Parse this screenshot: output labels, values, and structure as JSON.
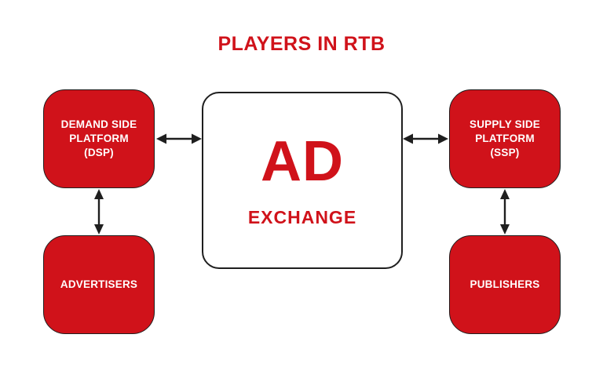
{
  "title": "PLAYERS IN RTB",
  "colors": {
    "red": "#d0121a",
    "text-on-red": "#ffffff",
    "arrow": "#1f1f1f",
    "node-border": "#1f1f1f",
    "background": "#ffffff"
  },
  "nodes": {
    "dsp": {
      "label": "DEMAND SIDE PLATFORM (DSP)"
    },
    "ad_exchange": {
      "label_primary": "AD",
      "label_secondary": "EXCHANGE"
    },
    "ssp": {
      "label": "SUPPLY SIDE PLATFORM (SSP)"
    },
    "advertisers": {
      "label": "ADVERTISERS"
    },
    "publishers": {
      "label": "PUBLISHERS"
    }
  },
  "connections": [
    {
      "from": "DEMAND SIDE PLATFORM (DSP)",
      "to": "AD EXCHANGE",
      "type": "bidirectional"
    },
    {
      "from": "SUPPLY SIDE PLATFORM (SSP)",
      "to": "AD EXCHANGE",
      "type": "bidirectional"
    },
    {
      "from": "DEMAND SIDE PLATFORM (DSP)",
      "to": "ADVERTISERS",
      "type": "bidirectional"
    },
    {
      "from": "SUPPLY SIDE PLATFORM (SSP)",
      "to": "PUBLISHERS",
      "type": "bidirectional"
    }
  ]
}
